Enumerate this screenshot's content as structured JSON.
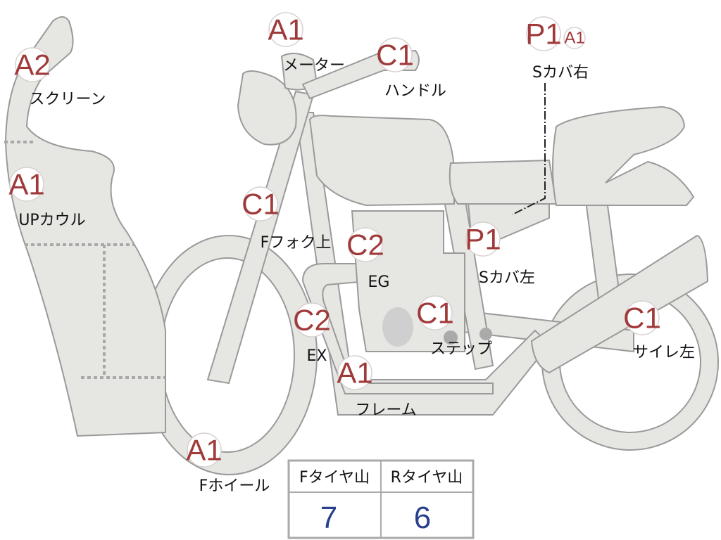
{
  "colors": {
    "badge_text": "#a03a3a",
    "part_fill": "#e6e6e3",
    "part_stroke": "#9a9a9a",
    "value_text": "#2a3f8f"
  },
  "parts": [
    {
      "label": "スクリーン",
      "grade": "A2"
    },
    {
      "label": "メーター",
      "grade": "A1"
    },
    {
      "label": "ハンドル",
      "grade": "C1"
    },
    {
      "label": "Sカバ右",
      "grade": "P1",
      "extra_grade": "A1"
    },
    {
      "label": "UPカウル",
      "grade": "A1"
    },
    {
      "label": "Fフォク上",
      "grade": "C1"
    },
    {
      "label": "EG",
      "grade": "C2"
    },
    {
      "label": "Sカバ左",
      "grade": "P1"
    },
    {
      "label": "EX",
      "grade": "C2"
    },
    {
      "label": "ステップ",
      "grade": "C1"
    },
    {
      "label": "サイレ左",
      "grade": "C1"
    },
    {
      "label": "フレーム",
      "grade": "A1"
    },
    {
      "label": "Fホイール",
      "grade": "A1"
    }
  ],
  "tire_table": {
    "headers": [
      "Fタイヤ山",
      "Rタイヤ山"
    ],
    "values": [
      "7",
      "6"
    ]
  }
}
